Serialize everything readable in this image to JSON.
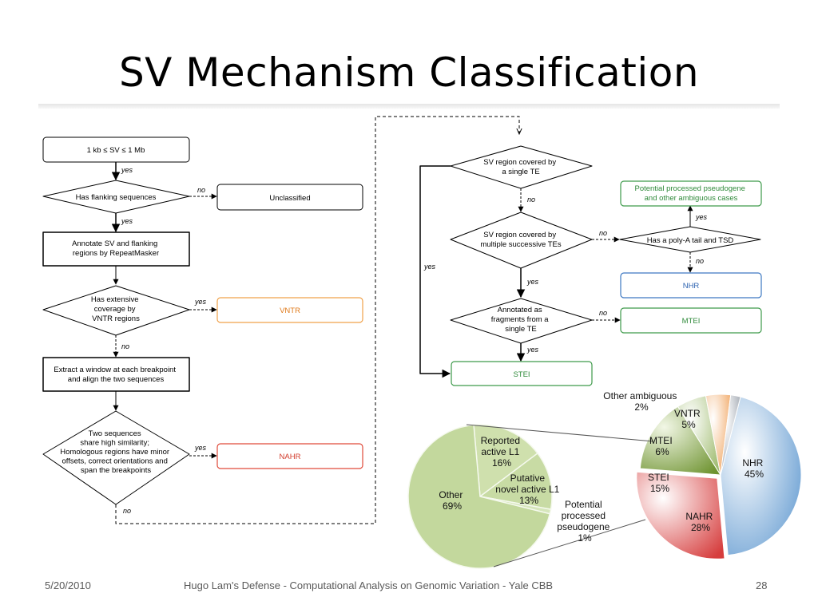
{
  "slide": {
    "title": "SV Mechanism Classification",
    "footer_date": "5/20/2010",
    "footer_center": "Hugo Lam's Defense  -  Computational Analysis on Genomic Variation  -  Yale CBB",
    "page_number": "28"
  },
  "flowchart": {
    "start": "1 kb ≤ SV ≤ 1 Mb",
    "flanking": "Has flanking sequences",
    "unclassified": "Unclassified",
    "annotate": [
      "Annotate SV and flanking",
      "regions by RepeatMasker"
    ],
    "vntr_q": [
      "Has extensive",
      "coverage by",
      "VNTR regions"
    ],
    "vntr": "VNTR",
    "window": [
      "Extract a window at each breakpoint",
      "and align the two sequences"
    ],
    "nahr_q": [
      "Two sequences",
      "share high similarity;",
      "Homologous regions have minor",
      "offsets, correct orientations and",
      "span the breakpoints"
    ],
    "nahr": "NAHR",
    "single_te_q": [
      "SV region covered by",
      "a single TE"
    ],
    "multi_te_q": [
      "SV region covered by",
      "multiple successive TEs"
    ],
    "polya_q": "Has a poly-A tail and TSD",
    "pseudogene": [
      "Potential processed pseudogene",
      "and other ambiguous cases"
    ],
    "nhr": "NHR",
    "fragments_q": [
      "Annotated as",
      "fragments from a",
      "single TE"
    ],
    "mtei": "MTEI",
    "stei": "STEI",
    "yes": "yes",
    "no": "no"
  },
  "chart_data": [
    {
      "type": "pie",
      "title": "",
      "slices": [
        {
          "label": "NHR",
          "value": 45,
          "color": "#7aa7d4"
        },
        {
          "label": "NAHR",
          "value": 28,
          "color": "#e06b6b"
        },
        {
          "label": "STEI",
          "value": 15,
          "color": "#8fb04f"
        },
        {
          "label": "MTEI",
          "value": 6,
          "color": "#b7cc8a"
        },
        {
          "label": "VNTR",
          "value": 5,
          "color": "#f3b982"
        },
        {
          "label": "Other ambiguous",
          "value": 2,
          "color": "#b7bcc4"
        }
      ],
      "labels": {
        "nhr": [
          "NHR",
          "45%"
        ],
        "nahr": [
          "NAHR",
          "28%"
        ],
        "stei": [
          "STEI",
          "15%"
        ],
        "mtei": [
          "MTEI",
          "6%"
        ],
        "vntr": [
          "VNTR",
          "5%"
        ],
        "other": [
          "Other ambiguous",
          "2%"
        ]
      }
    },
    {
      "type": "pie",
      "title": "",
      "slices": [
        {
          "label": "Other",
          "value": 69,
          "color": "#c5d9a0"
        },
        {
          "label": "Reported active L1",
          "value": 16,
          "color": "#cbdda8"
        },
        {
          "label": "Putative novel active L1",
          "value": 13,
          "color": "#c8dba4"
        },
        {
          "label": "Potential processed pseudogene",
          "value": 1,
          "color": "#d2e2b4"
        }
      ],
      "labels": {
        "other": [
          "Other",
          "69%"
        ],
        "reported": [
          "Reported",
          "active L1",
          "16%"
        ],
        "putative": [
          "Putative",
          "novel active L1",
          "13%"
        ],
        "pseudo": [
          "Potential",
          "processed",
          "pseudogene",
          "1%"
        ]
      }
    }
  ]
}
